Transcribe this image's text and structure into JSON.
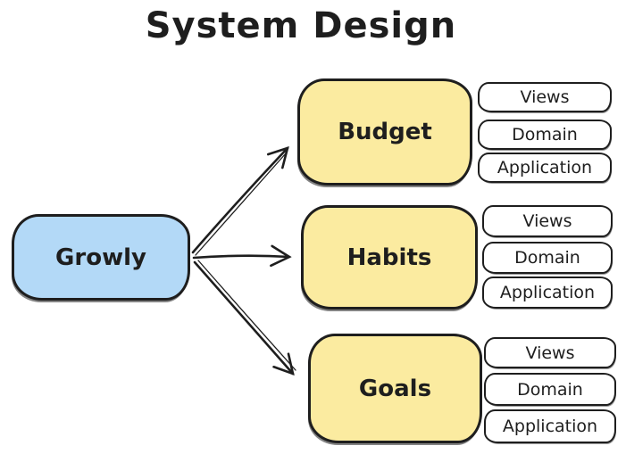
{
  "title": "System Design",
  "colors": {
    "stroke": "#1e1e1e",
    "root_fill": "#b3d9f7",
    "module_fill": "#fbeba0",
    "layer_fill": "#ffffff"
  },
  "root": {
    "label": "Growly"
  },
  "modules": [
    {
      "label": "Budget",
      "layers": [
        "Views",
        "Domain",
        "Application"
      ]
    },
    {
      "label": "Habits",
      "layers": [
        "Views",
        "Domain",
        "Application"
      ]
    },
    {
      "label": "Goals",
      "layers": [
        "Views",
        "Domain",
        "Application"
      ]
    }
  ]
}
